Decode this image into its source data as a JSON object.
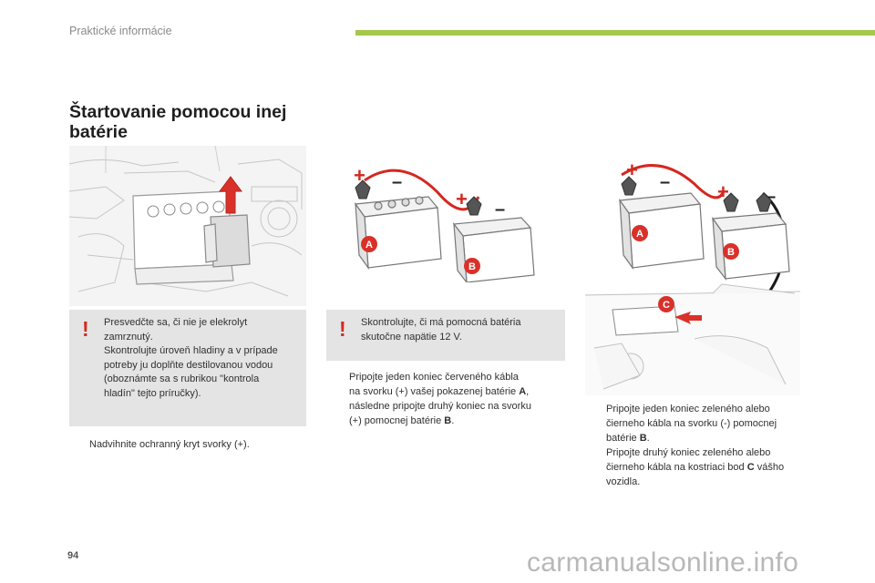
{
  "header": {
    "title": "Praktické informácie"
  },
  "section": {
    "title_line1": "Štartovanie pomocou inej",
    "title_line2": "batérie"
  },
  "figures": {
    "battery_a_label": "A",
    "battery_b_label": "B",
    "ground_point_label": "C",
    "plus_sign": "+",
    "minus_sign": "–",
    "cable_red_color": "#d4281f",
    "cable_black_color": "#1a1a1a",
    "badge_color": "#d9312a",
    "arrow_color": "#d9312a"
  },
  "warning1": {
    "icon": "!",
    "lines": [
      "Presvedčte sa, či nie je elekrolyt",
      "zamrznutý.",
      "Skontrolujte úroveň hladiny a v prípade",
      "potreby ju doplňte destilovanou vodou",
      "(oboznámte sa s rubrikou \"kontrola",
      "hladín\" tejto príručky)."
    ]
  },
  "warning2": {
    "icon": "!",
    "lines": [
      "Skontrolujte, či má pomocná batéria",
      "skutočne napätie 12 V."
    ]
  },
  "step1": {
    "bullet": "",
    "text": "Nadvihnite ochranný kryt svorky (+)."
  },
  "step2": {
    "bullet": "",
    "line1": "Pripojte jeden koniec červeného kábla",
    "line2_pre": "na svorku (+) vašej pokazenej batérie ",
    "line2_bold": "A",
    "line2_post": ",",
    "line3": "následne pripojte druhý koniec na svorku",
    "line4_pre": "(+) pomocnej batérie ",
    "line4_bold": "B",
    "line4_post": "."
  },
  "step3": {
    "bullet": "",
    "line1": "Pripojte jeden koniec zeleného alebo",
    "line2": "čierneho kábla na svorku (-) pomocnej",
    "line3_pre": "batérie ",
    "line3_bold": "B",
    "line3_post": "."
  },
  "step4": {
    "bullet": "",
    "line1": "Pripojte druhý koniec zeleného alebo",
    "line2_pre": "čierneho kábla na kostriaci bod ",
    "line2_bold": "C",
    "line2_post": " vášho",
    "line3": "vozidla."
  },
  "footer": {
    "page_number": "94",
    "watermark": "carmanualsonline.info"
  }
}
